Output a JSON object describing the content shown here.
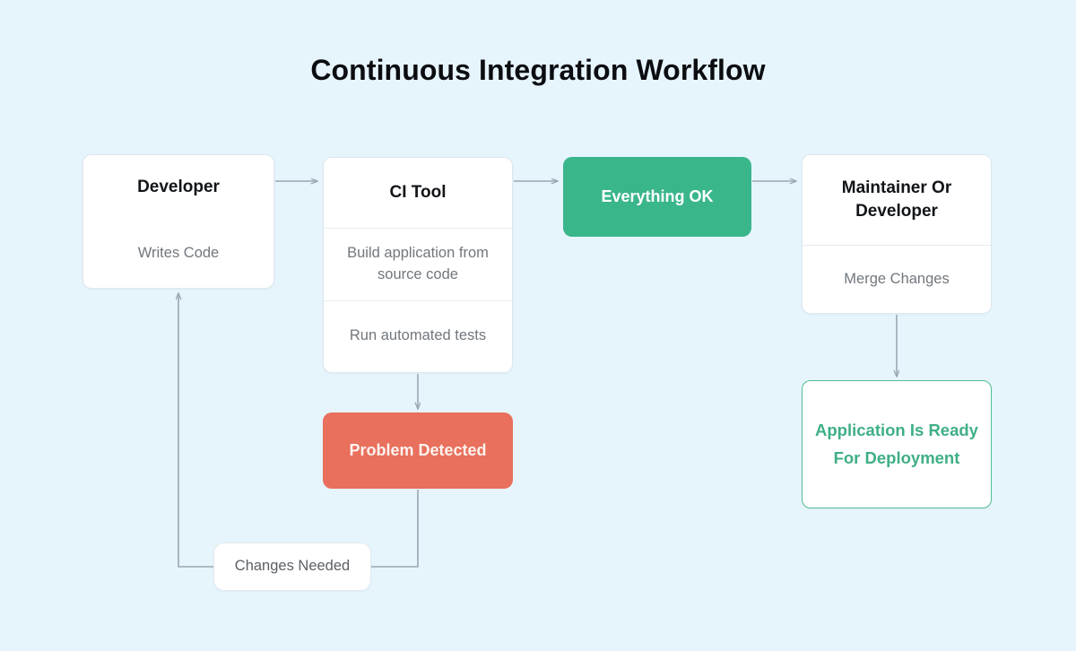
{
  "page": {
    "title": "Continuous Integration Workflow",
    "background_color": "#e6f4fc"
  },
  "colors": {
    "success": "#3ab68b",
    "error": "#e8705c",
    "ready_border": "#52bd95",
    "ready_text": "#3faf85",
    "connector": "#9aa7b0",
    "node_border": "#dfe7ec",
    "title_text": "#0b0d10",
    "body_text": "#71777d"
  },
  "nodes": {
    "developer": {
      "title": "Developer",
      "sections": [
        "Writes Code"
      ]
    },
    "ci_tool": {
      "title": "CI Tool",
      "sections": [
        "Build application from source code",
        "Run automated tests"
      ]
    },
    "everything_ok": {
      "label": "Everything OK"
    },
    "maintainer": {
      "title": "Maintainer Or Developer",
      "sections": [
        "Merge Changes"
      ]
    },
    "problem_detected": {
      "label": "Problem Detected"
    },
    "app_ready": {
      "label": "Application Is Ready For Deployment"
    },
    "changes_needed": {
      "label": "Changes Needed"
    }
  },
  "edges": [
    {
      "name": "developer-to-ci-tool",
      "from": "developer",
      "to": "ci_tool",
      "direction": "right"
    },
    {
      "name": "ci-tool-to-everything-ok",
      "from": "ci_tool",
      "to": "everything_ok",
      "direction": "right"
    },
    {
      "name": "everything-ok-to-maintainer",
      "from": "everything_ok",
      "to": "maintainer",
      "direction": "right"
    },
    {
      "name": "ci-tool-to-problem-detected",
      "from": "ci_tool",
      "to": "problem_detected",
      "direction": "down"
    },
    {
      "name": "maintainer-to-app-ready",
      "from": "maintainer",
      "to": "app_ready",
      "direction": "down"
    },
    {
      "name": "problem-detected-to-developer",
      "from": "problem_detected",
      "to": "developer",
      "direction": "loop-left-up",
      "label": "Changes Needed"
    }
  ]
}
